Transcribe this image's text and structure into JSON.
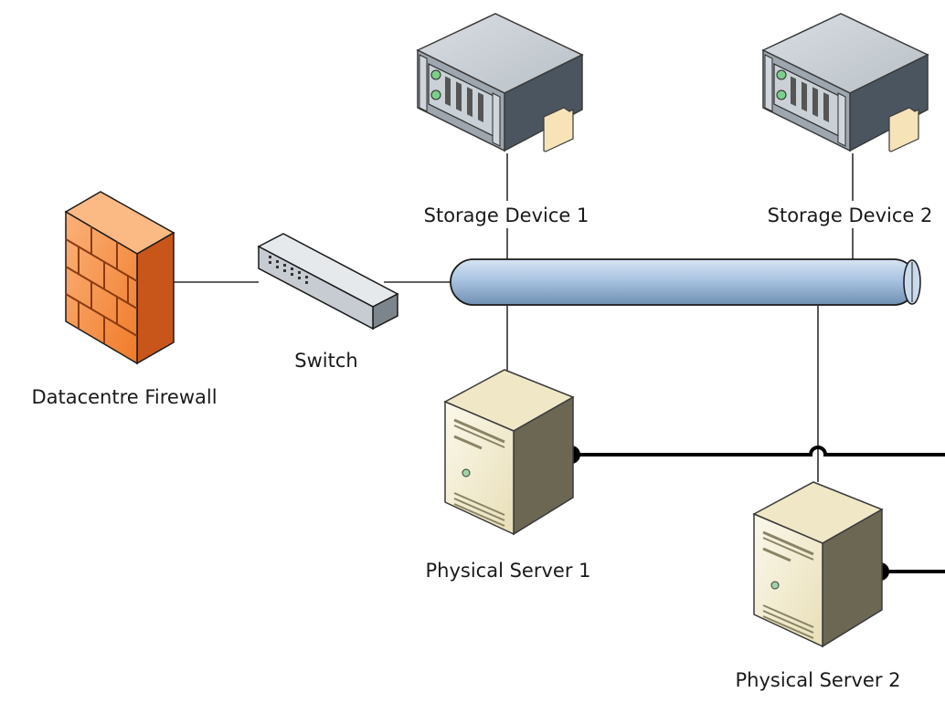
{
  "nodes": {
    "firewall": {
      "label": "Datacentre Firewall",
      "icon": "firewall-icon"
    },
    "switch": {
      "label": "Switch",
      "icon": "switch-icon"
    },
    "storage1": {
      "label": "Storage Device 1",
      "icon": "storage-server-icon"
    },
    "storage2": {
      "label": "Storage Device 2",
      "icon": "storage-server-icon"
    },
    "server1": {
      "label": "Physical Server 1",
      "icon": "tower-server-icon"
    },
    "server2": {
      "label": "Physical Server 2",
      "icon": "tower-server-icon"
    }
  },
  "backbone": {
    "icon": "network-bus-pipe-icon"
  },
  "colors": {
    "firewall_orange": "#f07a28",
    "pipe_blue": "#a9c4e2",
    "server_beige": "#f2ecd0",
    "storage_gray": "#b8bfc6",
    "line": "#000000"
  }
}
